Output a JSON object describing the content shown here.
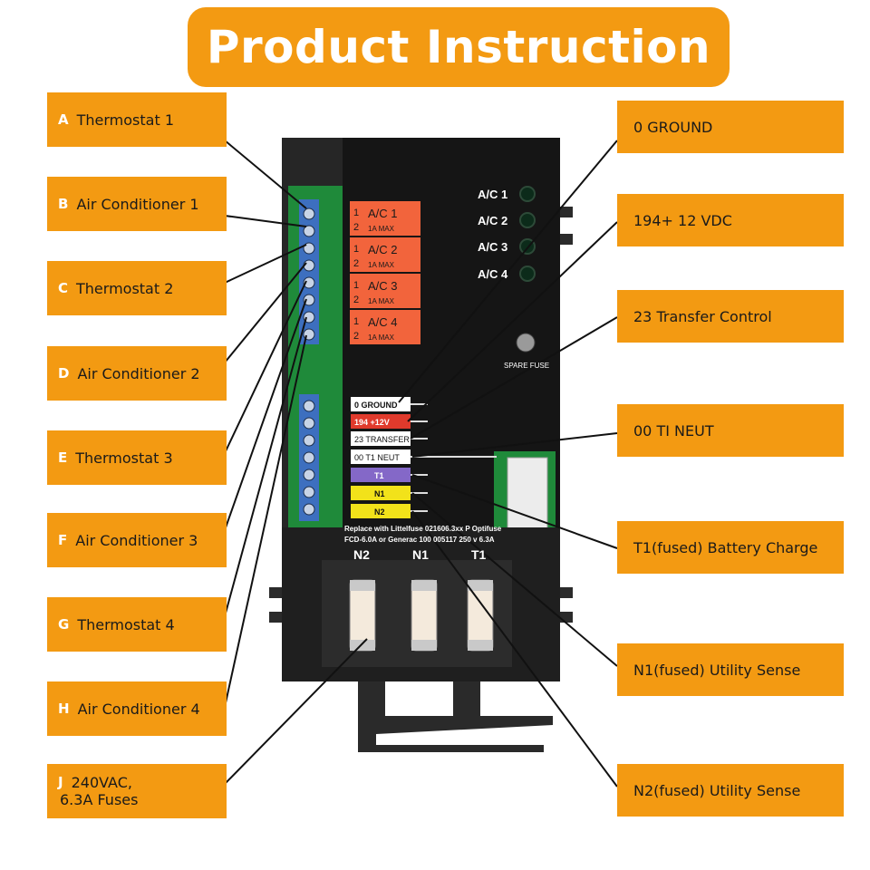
{
  "title": "Product Instruction",
  "left_labels": [
    {
      "letter": "A",
      "text": "Thermostat  1"
    },
    {
      "letter": "B",
      "text": "Air Conditioner  1"
    },
    {
      "letter": "C",
      "text": "Thermostat  2"
    },
    {
      "letter": "D",
      "text": "Air Conditioner  2"
    },
    {
      "letter": "E",
      "text": "Thermostat  3"
    },
    {
      "letter": "F",
      "text": "Air Conditioner  3"
    },
    {
      "letter": "G",
      "text": "Thermostat  4"
    },
    {
      "letter": "H",
      "text": "Air Conditioner  4"
    },
    {
      "letter": "J",
      "text": "240VAC,",
      "text2": "6.3A Fuses"
    }
  ],
  "right_labels": [
    {
      "text": "0 GROUND"
    },
    {
      "text": "194+ 12 VDC"
    },
    {
      "text": "23 Transfer Control"
    },
    {
      "text": "00 TI NEUT"
    },
    {
      "text": "T1(fused) Battery Charge"
    },
    {
      "text": "N1(fused) Utility Sense"
    },
    {
      "text": "N2(fused) Utility Sense"
    }
  ],
  "board": {
    "ac_blocks": [
      {
        "pins": [
          "1",
          "2"
        ],
        "name": "A/C 1",
        "max": "1A MAX"
      },
      {
        "pins": [
          "1",
          "2"
        ],
        "name": "A/C 2",
        "max": "1A MAX"
      },
      {
        "pins": [
          "1",
          "2"
        ],
        "name": "A/C 3",
        "max": "1A MAX"
      },
      {
        "pins": [
          "1",
          "2"
        ],
        "name": "A/C 4",
        "max": "1A MAX"
      }
    ],
    "leds": [
      "A/C 1",
      "A/C 2",
      "A/C 3",
      "A/C 4"
    ],
    "spare_fuse": "SPARE FUSE",
    "terminals": [
      {
        "text": "0 GROUND",
        "bg": "#ffffff",
        "fg": "#111111"
      },
      {
        "text": "194  +12V",
        "bg": "#e03a2c",
        "fg": "#ffffff"
      },
      {
        "text": "23 TRANSFER",
        "bg": "#ffffff",
        "fg": "#111111"
      },
      {
        "text": "00 T1 NEUT",
        "bg": "#ffffff",
        "fg": "#111111"
      },
      {
        "text": "T1",
        "bg": "#8468c8",
        "fg": "#ffffff"
      },
      {
        "text": "N1",
        "bg": "#f2e21a",
        "fg": "#111111"
      },
      {
        "text": "N2",
        "bg": "#f2e21a",
        "fg": "#111111"
      }
    ],
    "replace_note_1": "Replace with Littelfuse 021606.3xx  P Optifuse",
    "replace_note_2": "FCD-6.0A or Generac 100 005117 250 v  6.3A",
    "fuse_labels": [
      "N2",
      "N1",
      "T1"
    ]
  },
  "colors": {
    "accent": "#f39a12",
    "board": "#1b1b1b",
    "pcb": "#1f8a3a",
    "terminal_block": "#3d6fbf",
    "ac_block": "#f2643c"
  }
}
